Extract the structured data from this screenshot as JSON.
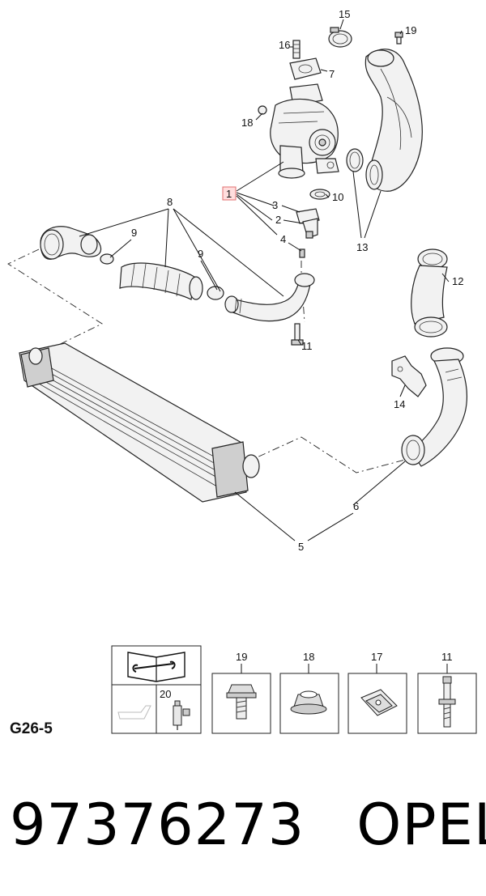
{
  "callouts": {
    "c1": "1",
    "c2": "2",
    "c3": "3",
    "c4": "4",
    "c5": "5",
    "c6": "6",
    "c7": "7",
    "c8": "8",
    "c9a": "9",
    "c9b": "9",
    "c10": "10",
    "c11": "11",
    "c12": "12",
    "c13": "13",
    "c14": "14",
    "c15": "15",
    "c16": "16",
    "c18": "18",
    "c19": "19"
  },
  "legend": {
    "item20": "20",
    "box19": "19",
    "box18": "18",
    "box17": "17",
    "box11": "11"
  },
  "page_code": "G26-5",
  "part_number": "97376273",
  "brand": "OPEL",
  "colors": {
    "highlight_fill": "#ffdede",
    "highlight_stroke": "#e07070"
  }
}
